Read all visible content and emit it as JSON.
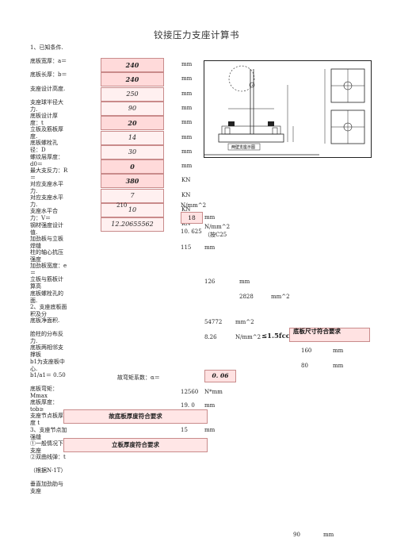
{
  "title": "铰接压力支座计算书",
  "left_labels": [
    "1、已知条件.",
    "底板宽厚：a＝",
    "底板长厚：b＝",
    "支座设计高度.",
    "支座球半径大力.",
    "底板设计厚度：t",
    "立板及筋板厚度.",
    "底板螺栓孔径：D",
    "螺纹层厚度：d0＝",
    "最大支反力：R＝",
    "对应支座水平力.",
    "对应支座水平力.",
    "支座水平合力：V＝",
    "钢材强度设计值.",
    "加劲板与立板焊缝",
    "柱的轴心抗压强度",
    "加劲板宽度：e＝",
    "立板与筋板计算高",
    "底板螺栓孔的面.",
    "2、支座底板面积及分",
    "底板净面积.",
    "脸柱的分布反力.",
    "底板两相邻支撑板",
    "b1为支座板中心.",
    "b1/a1＝ 0.50",
    "底板弯矩：Mmax",
    "底板厚度：tob≥",
    "支座节点板厚度 t",
    "3、支座节点加强缝",
    "①一般情况下支座",
    "②双曲线弹：t",
    "（根据N·1T）",
    "垂直加劲肋与支座"
  ],
  "inputs": [
    {
      "value": "240",
      "unit": "mm",
      "style": "red"
    },
    {
      "value": "240",
      "unit": "mm",
      "style": "red"
    },
    {
      "value": "250",
      "unit": "mm",
      "style": "plain"
    },
    {
      "value": "90",
      "unit": "mm",
      "style": "plain"
    },
    {
      "value": "20",
      "unit": "mm",
      "style": "red"
    },
    {
      "value": "14",
      "unit": "mm",
      "style": "plain"
    },
    {
      "value": "30",
      "unit": "mm",
      "style": "plain"
    },
    {
      "value": "0",
      "unit": "mm",
      "style": "red"
    },
    {
      "value": "380",
      "unit": "KN",
      "style": "red"
    },
    {
      "value": "7",
      "unit": "KN",
      "style": "plain"
    },
    {
      "value": "10",
      "unit": "KN",
      "style": "plain"
    },
    {
      "value": "12.20655562",
      "unit": "KN",
      "style": "plain"
    }
  ],
  "steel_strength": {
    "value": "210",
    "unit": "N/mm^2"
  },
  "weld": {
    "value": "18",
    "unit": "mm"
  },
  "fc": {
    "value": "10. 625",
    "unit": "N/mm^2",
    "note": "（按C25"
  },
  "e": {
    "value": "115",
    "unit": "mm"
  },
  "h1": {
    "value": "126",
    "unit": "mm"
  },
  "hole_area": {
    "value": "2828",
    "unit": "mm^2"
  },
  "net_area": {
    "value": "54772",
    "unit": "mm^2"
  },
  "q": {
    "value": "8.26",
    "unit": "N/mm^2",
    "compare": "≤1.5fcc"
  },
  "size_ok": "底板尺寸符合要求",
  "dim1": {
    "value": "160",
    "unit": "mm"
  },
  "dim2": {
    "value": "80",
    "unit": "mm"
  },
  "alpha_label": "故弯矩系数：α＝",
  "alpha": "0. 06",
  "mmax": {
    "value": "12560",
    "unit": "N*mm"
  },
  "tob": {
    "value": "19. 0",
    "unit": "mm"
  },
  "ok1": "故底板厚度符合要求",
  "t_node": {
    "value": "15",
    "unit": "mm"
  },
  "ok2": "立板厚度符合要求",
  "last": {
    "value": "90",
    "unit": "mm"
  },
  "drawing_caption": "两壁支座示图"
}
